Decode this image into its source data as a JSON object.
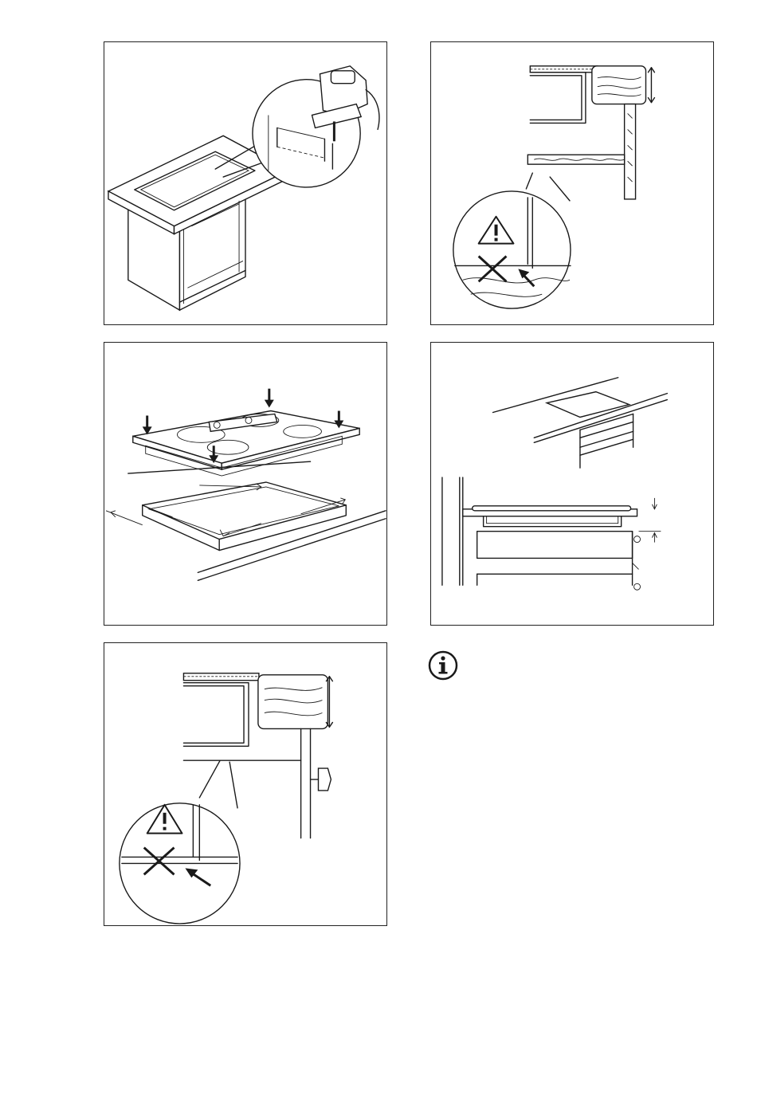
{
  "page": {
    "panels": [
      {
        "id": "cabinet-cutout-illustration",
        "icon": "jigsaw-icon"
      },
      {
        "id": "worktop-section-warning-illustration",
        "icon": "warning-triangle-icon"
      },
      {
        "id": "hob-insertion-illustration",
        "icon": "down-arrow-icon"
      },
      {
        "id": "hob-over-drawer-illustration",
        "icon": "dimension-arrow-icon"
      },
      {
        "id": "worktop-oven-section-warning-illustration",
        "icon": "warning-triangle-icon"
      }
    ],
    "info_icon": "info-icon"
  }
}
